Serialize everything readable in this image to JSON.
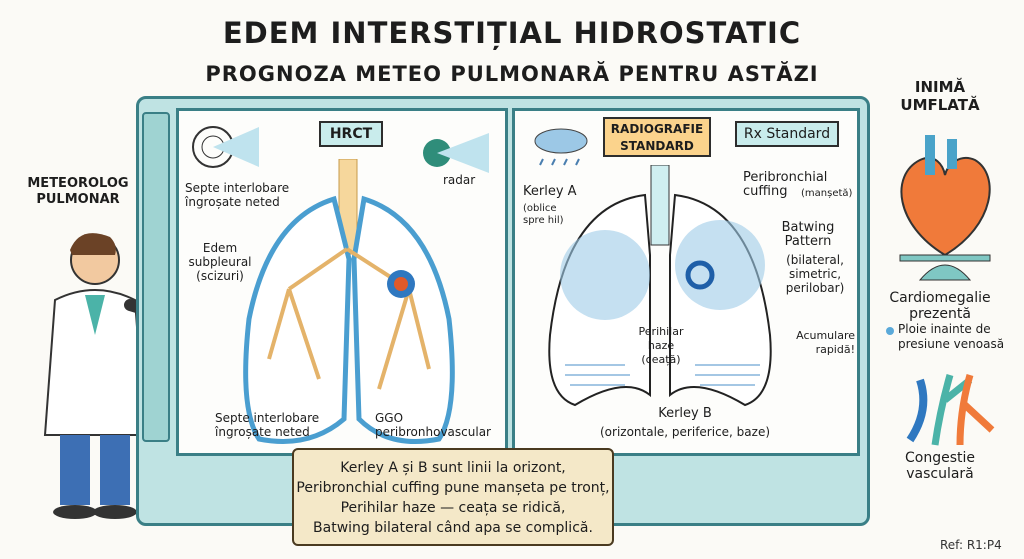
{
  "title": "EDEM INTERSTIȚIAL HIDROSTATIC",
  "subtitle": "PROGNOZA METEO PULMONARĂ PENTRU ASTĂZI",
  "presenter_label": "METEOROLOG PULMONAR",
  "left_panel": {
    "badge": "HRCT",
    "radar_label": "radar",
    "labels": [
      "Septe interlobare îngroșate neted",
      "Edem subpleural (scizuri)",
      "Septe interlobare îngroșate neted",
      "GGO peribronhovascular"
    ]
  },
  "right_panel": {
    "badge_main": "RADIOGRAFIE STANDARD",
    "badge_secondary": "Rx Standard",
    "kerley_a": "Kerley A",
    "kerley_a_note": "(oblice spre hil)",
    "cuffing": "Peribronchial cuffing",
    "cuffing_note": "(manșetă)",
    "batwing": "Batwing Pattern",
    "batwing_note": "(bilateral, simetric, perilobar)",
    "accumulation": "Acumulare rapidă!",
    "perihilar": "Perihilar haze (ceață)",
    "kerley_b": "Kerley B",
    "kerley_b_note": "(orizontale, periferice, baze)"
  },
  "side": {
    "heart_title": "INIMĂ UMFLATĂ",
    "cardiomegaly": "Cardiomegalie prezentă",
    "rain_note": "Ploie inainte de presiune venoasă",
    "congestion": "Congestie vasculară"
  },
  "poem": [
    "Kerley A și B sunt linii la orizont,",
    "Peribronchial cuffing pune manșeta pe tronț,",
    "Perihilar haze — ceața se ridică,",
    "Batwing bilateral când apa se complică."
  ],
  "ref": "Ref: R1:P4"
}
